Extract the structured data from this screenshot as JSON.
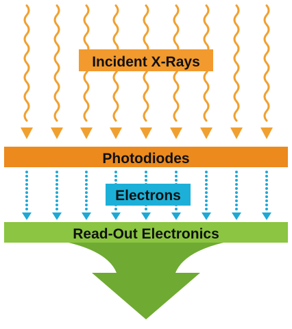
{
  "labels": {
    "incident": "Incident X-Rays",
    "photodiodes": "Photodiodes",
    "electrons": "Electrons",
    "readout": "Read-Out Electronics"
  },
  "colors": {
    "xray": "#F0A030",
    "photodiode_bar": "#EC8A1E",
    "incident_box": "#F29A2E",
    "electron": "#1FA8D4",
    "electrons_box": "#1CB0D8",
    "readout_bar": "#8BC541",
    "output_arrow": "#6FAA32",
    "text": "#111111"
  },
  "counts": {
    "xray_arrows": 9,
    "electron_arrows": 9
  },
  "icons": {
    "xray": "wavy-arrow-down-icon",
    "electron": "dotted-arrow-down-icon",
    "output": "funnel-arrow-down-icon"
  }
}
